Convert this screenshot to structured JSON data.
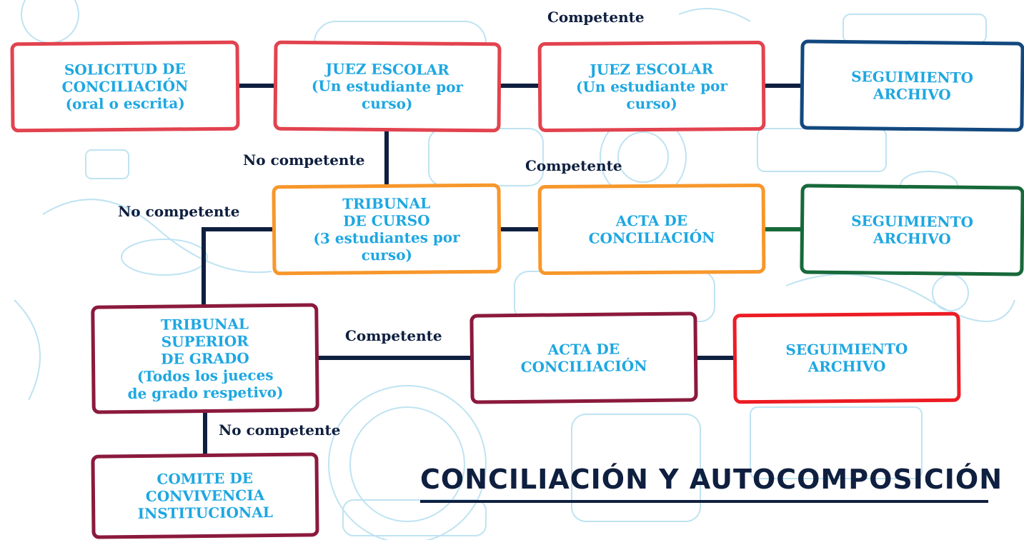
{
  "colors": {
    "red": "#e2434f",
    "navy": "#12487f",
    "orange": "#f7972b",
    "green": "#17693a",
    "maroon": "#8b1a3d",
    "bright_red": "#ec1c24",
    "text_blue": "#1ea7e1",
    "dark": "#0f1f3f"
  },
  "boxes": {
    "solicitud": "SOLICITUD DE\nCONCILIACIÓN\n(oral o escrita)",
    "juez1": "JUEZ ESCOLAR\n(Un estudiante por\ncurso)",
    "juez2": "JUEZ ESCOLAR\n(Un estudiante por\ncurso)",
    "seguimiento1": "SEGUIMIENTO\nARCHIVO",
    "tribunal_curso": "TRIBUNAL\nDE CURSO\n(3 estudiantes por\ncurso)",
    "acta1": "ACTA DE\nCONCILIACIÓN",
    "seguimiento2": "SEGUIMIENTO\nARCHIVO",
    "tribunal_superior": "TRIBUNAL\nSUPERIOR\nDE GRADO\n(Todos los jueces\nde grado respetivo)",
    "acta2": "ACTA DE\nCONCILIACIÓN",
    "seguimiento3": "SEGUIMIENTO\nARCHIVO",
    "comite": "COMITE DE\nCONVIVENCIA\nINSTITUCIONAL"
  },
  "labels": {
    "competente1": "Competente",
    "no_competente1": "No competente",
    "competente2": "Competente",
    "no_competente2": "No competente",
    "competente3": "Competente",
    "no_competente3": "No competente"
  },
  "title": "CONCILIACIÓN Y AUTOCOMPOSICIÓN"
}
